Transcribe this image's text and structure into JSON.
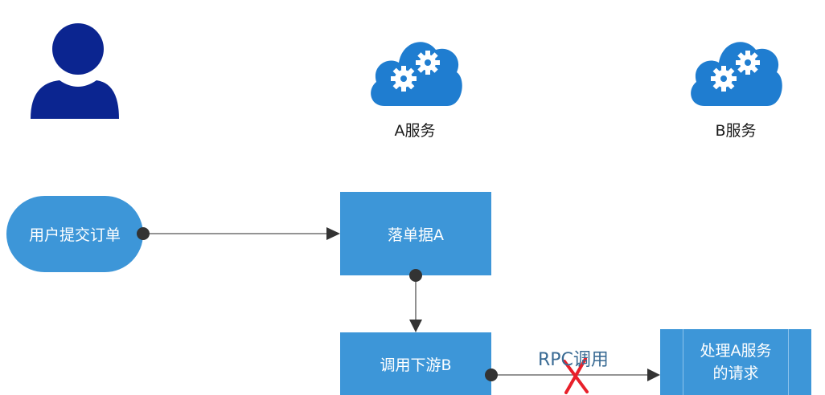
{
  "actors": {
    "user": {
      "icon": "user-icon",
      "color": "#0b2590"
    },
    "service_a": {
      "icon": "cloud-gears-icon",
      "label": "A服务",
      "color": "#1f7dd0"
    },
    "service_b": {
      "icon": "cloud-gears-icon",
      "label": "B服务",
      "color": "#1f7dd0"
    }
  },
  "nodes": {
    "submit_order": "用户提交订单",
    "save_a": "落单据A",
    "call_b": "调用下游B",
    "handle_a_line1": "处理A服务",
    "handle_a_line2": "的请求"
  },
  "edges": {
    "rpc_label": "RPC调用",
    "rpc_failed": true
  },
  "colors": {
    "node_fill": "#3d96d8",
    "connector": "#333333",
    "failure_mark": "#e8202a"
  }
}
